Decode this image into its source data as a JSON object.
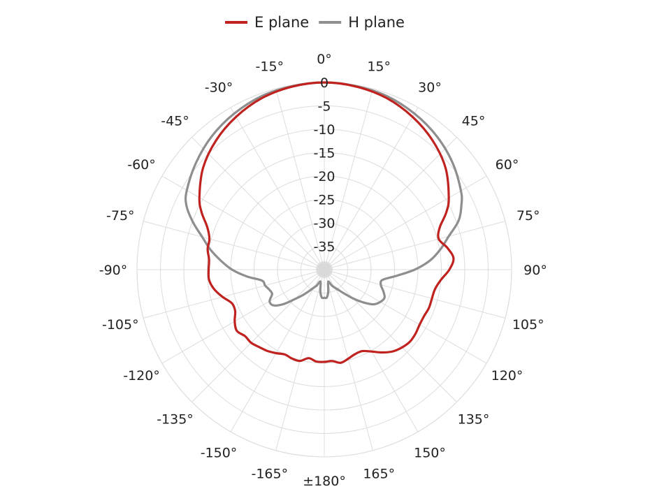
{
  "chart_data": {
    "type": "polar-line",
    "angle_unit": "degrees",
    "angular_ticks": [
      {
        "angle": 0,
        "label": "0°"
      },
      {
        "angle": 15,
        "label": "15°"
      },
      {
        "angle": 30,
        "label": "30°"
      },
      {
        "angle": 45,
        "label": "45°"
      },
      {
        "angle": 60,
        "label": "60°"
      },
      {
        "angle": 75,
        "label": "75°"
      },
      {
        "angle": 90,
        "label": "90°"
      },
      {
        "angle": 105,
        "label": "105°"
      },
      {
        "angle": 120,
        "label": "120°"
      },
      {
        "angle": 135,
        "label": "135°"
      },
      {
        "angle": 150,
        "label": "150°"
      },
      {
        "angle": 165,
        "label": "165°"
      },
      {
        "angle": 180,
        "label": "±180°"
      },
      {
        "angle": -165,
        "label": "-165°"
      },
      {
        "angle": -150,
        "label": "-150°"
      },
      {
        "angle": -135,
        "label": "-135°"
      },
      {
        "angle": -120,
        "label": "-120°"
      },
      {
        "angle": -105,
        "label": "-105°"
      },
      {
        "angle": -90,
        "label": "-90°"
      },
      {
        "angle": -75,
        "label": "-75°"
      },
      {
        "angle": -60,
        "label": "-60°"
      },
      {
        "angle": -45,
        "label": "-45°"
      },
      {
        "angle": -30,
        "label": "-30°"
      },
      {
        "angle": -15,
        "label": "-15°"
      }
    ],
    "radial_ticks": [
      0,
      -5,
      -10,
      -15,
      -20,
      -25,
      -30,
      -35
    ],
    "radial_tick_labels": [
      "0",
      "-5",
      "-10",
      "-15",
      "-20",
      "-25",
      "-30",
      "-35"
    ],
    "radial_range": [
      -40,
      0
    ],
    "grid": true,
    "legend_position": "top",
    "series": [
      {
        "name": "E plane",
        "color": "#c0221f",
        "angles": [
          0,
          10,
          20,
          30,
          40,
          50,
          60,
          65,
          70,
          75,
          80,
          85,
          90,
          95,
          100,
          105,
          110,
          115,
          120,
          125,
          130,
          135,
          140,
          145,
          150,
          155,
          160,
          165,
          170,
          175,
          180,
          -175,
          -170,
          -165,
          -160,
          -155,
          -150,
          -145,
          -140,
          -135,
          -130,
          -125,
          -120,
          -115,
          -110,
          -105,
          -100,
          -95,
          -90,
          -85,
          -80,
          -75,
          -70,
          -65,
          -60,
          -50,
          -40,
          -30,
          -20,
          -10
        ],
        "values": [
          0,
          -0.3,
          -1.0,
          -2.3,
          -4.0,
          -6.2,
          -9.3,
          -11.3,
          -13.8,
          -14.7,
          -13.3,
          -12.3,
          -13.3,
          -15.0,
          -16.0,
          -16.2,
          -16.2,
          -16.5,
          -16.5,
          -16.2,
          -16.1,
          -16.5,
          -17.2,
          -18.4,
          -19.8,
          -20.8,
          -20.8,
          -20.3,
          -19.8,
          -20.4,
          -20.3,
          -20.3,
          -20.8,
          -19.8,
          -19.8,
          -20.0,
          -19.4,
          -18.8,
          -18.4,
          -17.9,
          -17.9,
          -17.2,
          -17.9,
          -19.0,
          -19.0,
          -17.5,
          -16.1,
          -15.3,
          -15.3,
          -15.3,
          -14.7,
          -14.6,
          -13.4,
          -11.1,
          -9.2,
          -6.2,
          -4.0,
          -2.3,
          -1.0,
          -0.3
        ]
      },
      {
        "name": "H plane",
        "color": "#8e8e8e",
        "angles": [
          0,
          10,
          20,
          30,
          40,
          50,
          60,
          65,
          70,
          75,
          80,
          85,
          90,
          95,
          100,
          105,
          110,
          115,
          120,
          125,
          130,
          135,
          140,
          145,
          150,
          155,
          160,
          165,
          170,
          175,
          180,
          -175,
          -170,
          -165,
          -160,
          -155,
          -150,
          -145,
          -140,
          -135,
          -130,
          -125,
          -120,
          -115,
          -110,
          -105,
          -100,
          -95,
          -90,
          -85,
          -80,
          -75,
          -70,
          -65,
          -60,
          -50,
          -40,
          -30,
          -20,
          -10
        ],
        "values": [
          0,
          -0.2,
          -0.6,
          -1.5,
          -2.7,
          -4.3,
          -6.3,
          -7.7,
          -9.5,
          -12.5,
          -14.8,
          -17.3,
          -20.7,
          -24.6,
          -27.4,
          -27.5,
          -26.6,
          -25.8,
          -26.2,
          -27.1,
          -29.1,
          -31.3,
          -33.3,
          -34.7,
          -35.6,
          -36.3,
          -37.3,
          -36.9,
          -35.2,
          -34.0,
          -34.0,
          -34.0,
          -35.2,
          -37.0,
          -37.3,
          -36.3,
          -35.6,
          -34.5,
          -32.9,
          -31.1,
          -28.5,
          -26.7,
          -26.5,
          -27.7,
          -27.5,
          -26.9,
          -26.5,
          -23.4,
          -20.3,
          -17.8,
          -15.3,
          -13.0,
          -10.1,
          -7.5,
          -6.1,
          -4.3,
          -2.7,
          -1.5,
          -0.6,
          -0.2
        ]
      }
    ]
  }
}
